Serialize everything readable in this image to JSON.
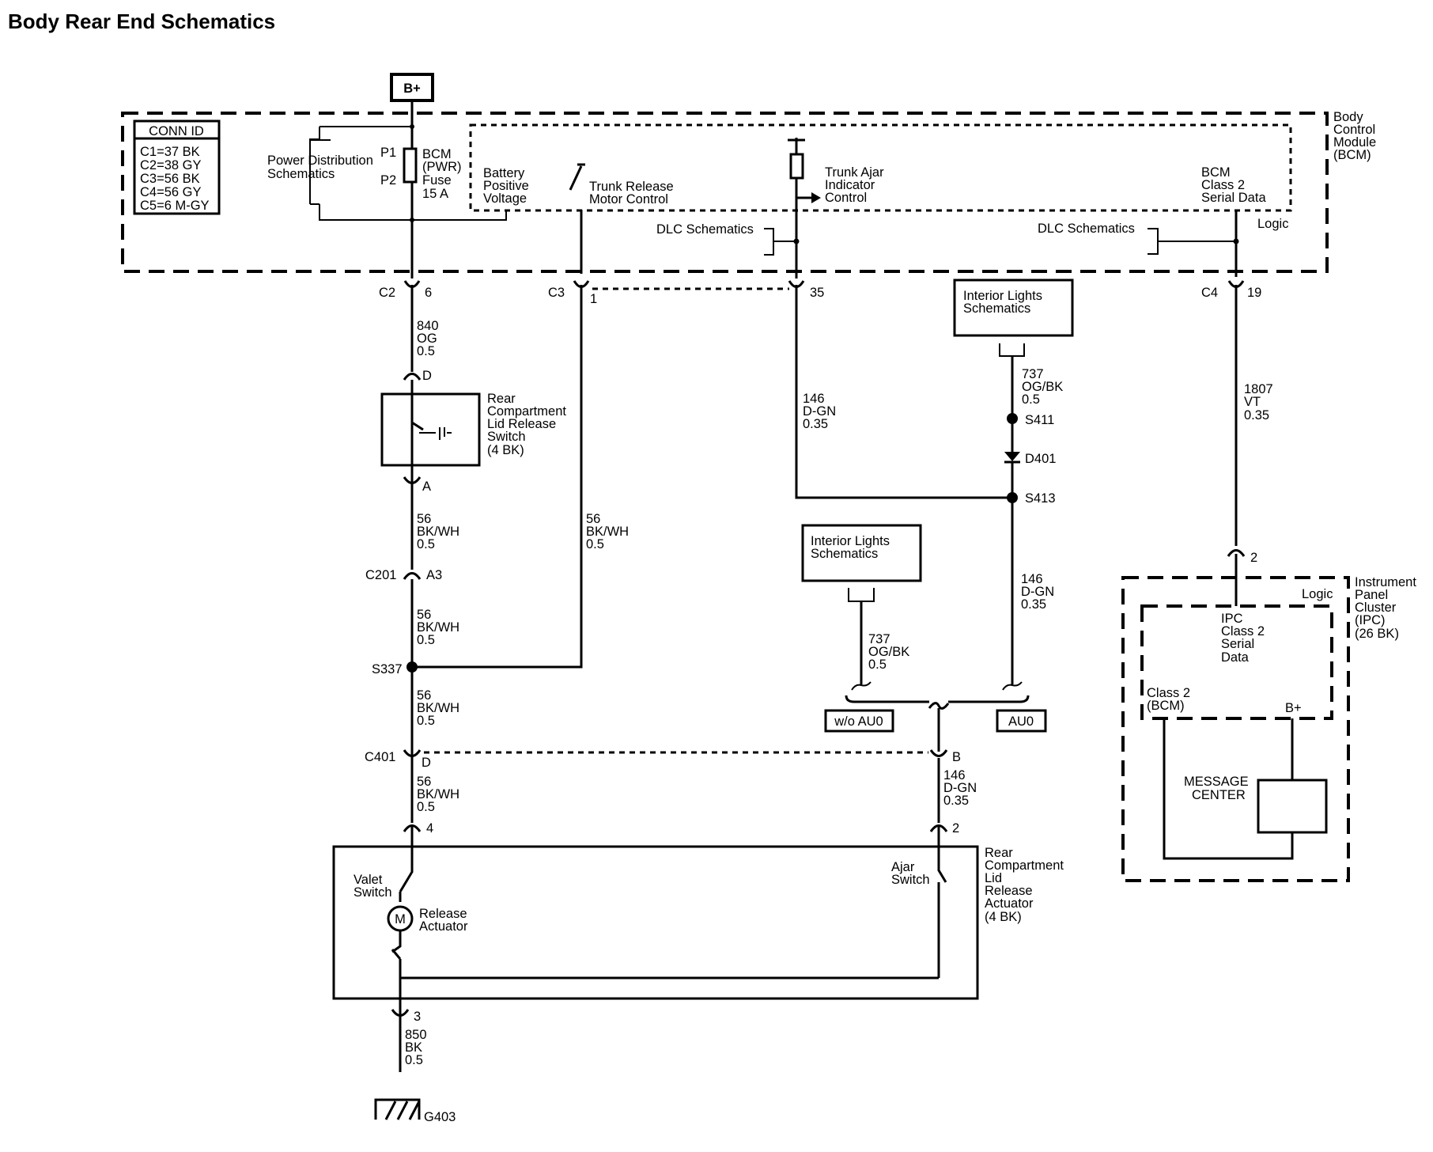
{
  "title": "Body Rear End Schematics",
  "power": {
    "bplus": "B+"
  },
  "conn_id": {
    "header": "CONN ID",
    "lines": [
      "C1=37 BK",
      "C2=38 GY",
      "C3=56 BK",
      "C4=56 GY",
      "C5=6 M-GY"
    ]
  },
  "bcm": {
    "name": [
      "Body",
      "Control",
      "Module",
      "(BCM)"
    ],
    "power_dist": [
      "Power Distribution",
      "Schematics"
    ],
    "fuse_pins": [
      "P1",
      "P2"
    ],
    "fuse": [
      "BCM",
      "(PWR)",
      "Fuse",
      "15 A"
    ],
    "battery": [
      "Battery",
      "Positive",
      "Voltage"
    ],
    "trunk_release": [
      "Trunk Release",
      "Motor Control"
    ],
    "trunk_ajar": [
      "Trunk Ajar",
      "Indicator",
      "Control"
    ],
    "class2": [
      "BCM",
      "Class 2",
      "Serial Data"
    ],
    "dlc1": "DLC Schematics",
    "dlc2": "DLC Schematics",
    "logic": "Logic"
  },
  "connectors": {
    "c2": "C2",
    "c2_pin": "6",
    "c3": "C3",
    "c3_pin": "1",
    "c1_pin": "35",
    "c4": "C4",
    "c4_pin": "19",
    "sw_d": "D",
    "sw_a": "A",
    "c201": "C201",
    "c201_pin": "A3",
    "c401": "C401",
    "c401_d": "D",
    "c401_b": "B",
    "act_4": "4",
    "act_2": "2",
    "act_3": "3",
    "ipc_2": "2"
  },
  "wires": {
    "w840": [
      "840",
      "OG",
      "0.5"
    ],
    "w56a": [
      "56",
      "BK/WH",
      "0.5"
    ],
    "w56b": [
      "56",
      "BK/WH",
      "0.5"
    ],
    "w56c": [
      "56",
      "BK/WH",
      "0.5"
    ],
    "w56d": [
      "56",
      "BK/WH",
      "0.5"
    ],
    "w56e": [
      "56",
      "BK/WH",
      "0.5"
    ],
    "w146a": [
      "146",
      "D-GN",
      "0.35"
    ],
    "w146b": [
      "146",
      "D-GN",
      "0.35"
    ],
    "w146c": [
      "146",
      "D-GN",
      "0.35"
    ],
    "w737a": [
      "737",
      "OG/BK",
      "0.5"
    ],
    "w737b": [
      "737",
      "OG/BK",
      "0.5"
    ],
    "w1807": [
      "1807",
      "VT",
      "0.35"
    ],
    "w850": [
      "850",
      "BK",
      "0.5"
    ]
  },
  "splices": {
    "s337": "S337",
    "s411": "S411",
    "s413": "S413",
    "d401": "D401"
  },
  "switch": [
    "Rear",
    "Compartment",
    "Lid Release",
    "Switch",
    "(4 BK)"
  ],
  "interior1": [
    "Interior Lights",
    "Schematics"
  ],
  "interior2": [
    "Interior Lights",
    "Schematics"
  ],
  "options": {
    "wo_au0": "w/o AU0",
    "au0": "AU0"
  },
  "actuator": {
    "name": [
      "Rear",
      "Compartment",
      "Lid",
      "Release",
      "Actuator",
      "(4 BK)"
    ],
    "valet": [
      "Valet",
      "Switch"
    ],
    "release": [
      "Release",
      "Actuator"
    ],
    "motor": "M",
    "ajar": [
      "Ajar",
      "Switch"
    ]
  },
  "ipc": {
    "name": [
      "Instrument",
      "Panel",
      "Cluster",
      "(IPC)",
      "(26 BK)"
    ],
    "logic": "Logic",
    "class2": [
      "IPC",
      "Class 2",
      "Serial",
      "Data"
    ],
    "bcm": [
      "Class 2",
      "(BCM)"
    ],
    "bplus": "B+",
    "message": [
      "MESSAGE",
      "CENTER"
    ]
  },
  "ground": "G403"
}
